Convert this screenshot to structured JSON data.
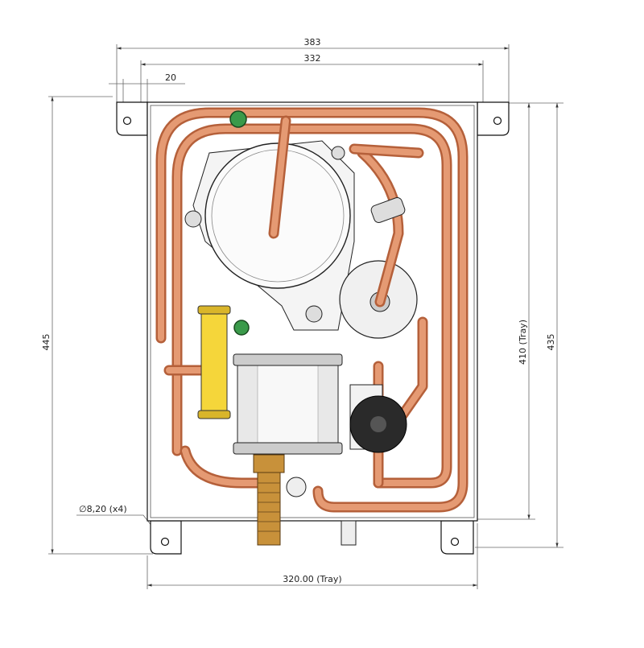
{
  "drawing": {
    "dimensions": {
      "overall_width": "383",
      "hole_spacing_width": "332",
      "tab_offset": "20",
      "overall_height": "445",
      "tray_height": "410 (Tray)",
      "hole_spacing_height": "435",
      "hole_diameter": "∅8,20 (x4)",
      "tray_width": "320.00 (Tray)"
    },
    "colors": {
      "copper": "#e59a73",
      "copper_edge": "#b5603a",
      "drier": "#f5d63a",
      "valve": "#3a9a4a",
      "brass": "#c8913a"
    }
  }
}
